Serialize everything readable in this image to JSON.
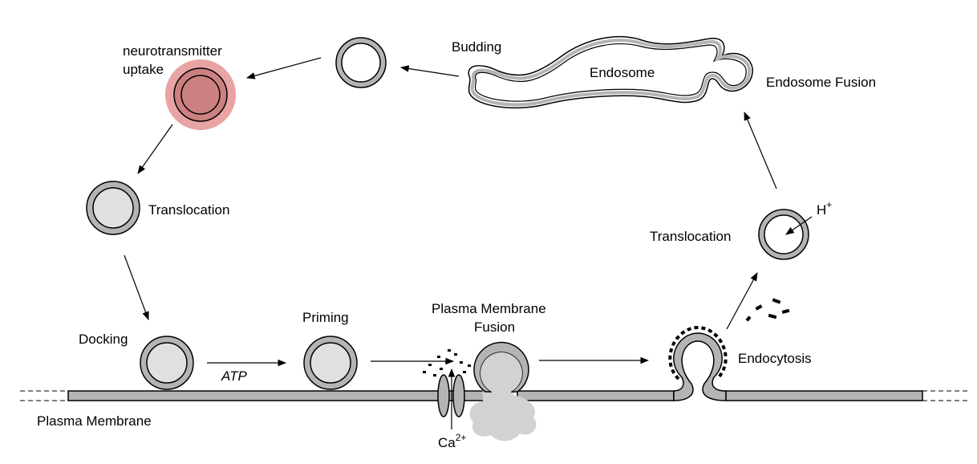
{
  "labels": {
    "uptake_line1": "neurotransmitter",
    "uptake_line2": "uptake",
    "budding": "Budding",
    "endosome": "Endosome",
    "endosome_fusion": "Endosome Fusion",
    "translocation_left": "Translocation",
    "translocation_right": "Translocation",
    "proton_base": "H",
    "proton_charge": "+",
    "docking": "Docking",
    "atp": "ATP",
    "priming": "Priming",
    "pm_fusion_line1": "Plasma Membrane",
    "pm_fusion_line2": "Fusion",
    "endocytosis": "Endocytosis",
    "plasma_membrane": "Plasma Membrane",
    "calcium_base": "Ca",
    "calcium_charge": "2+"
  },
  "colors": {
    "membrane_gray": "#b4b4b4",
    "vesicle_fill": "#e0e0e0",
    "uptake_halo": "#e8a4a4",
    "uptake_fill": "#cc8080",
    "stroke": "#000000",
    "clathrin": "#000000",
    "neurotransmitter_cloud": "#d2d2d2"
  }
}
